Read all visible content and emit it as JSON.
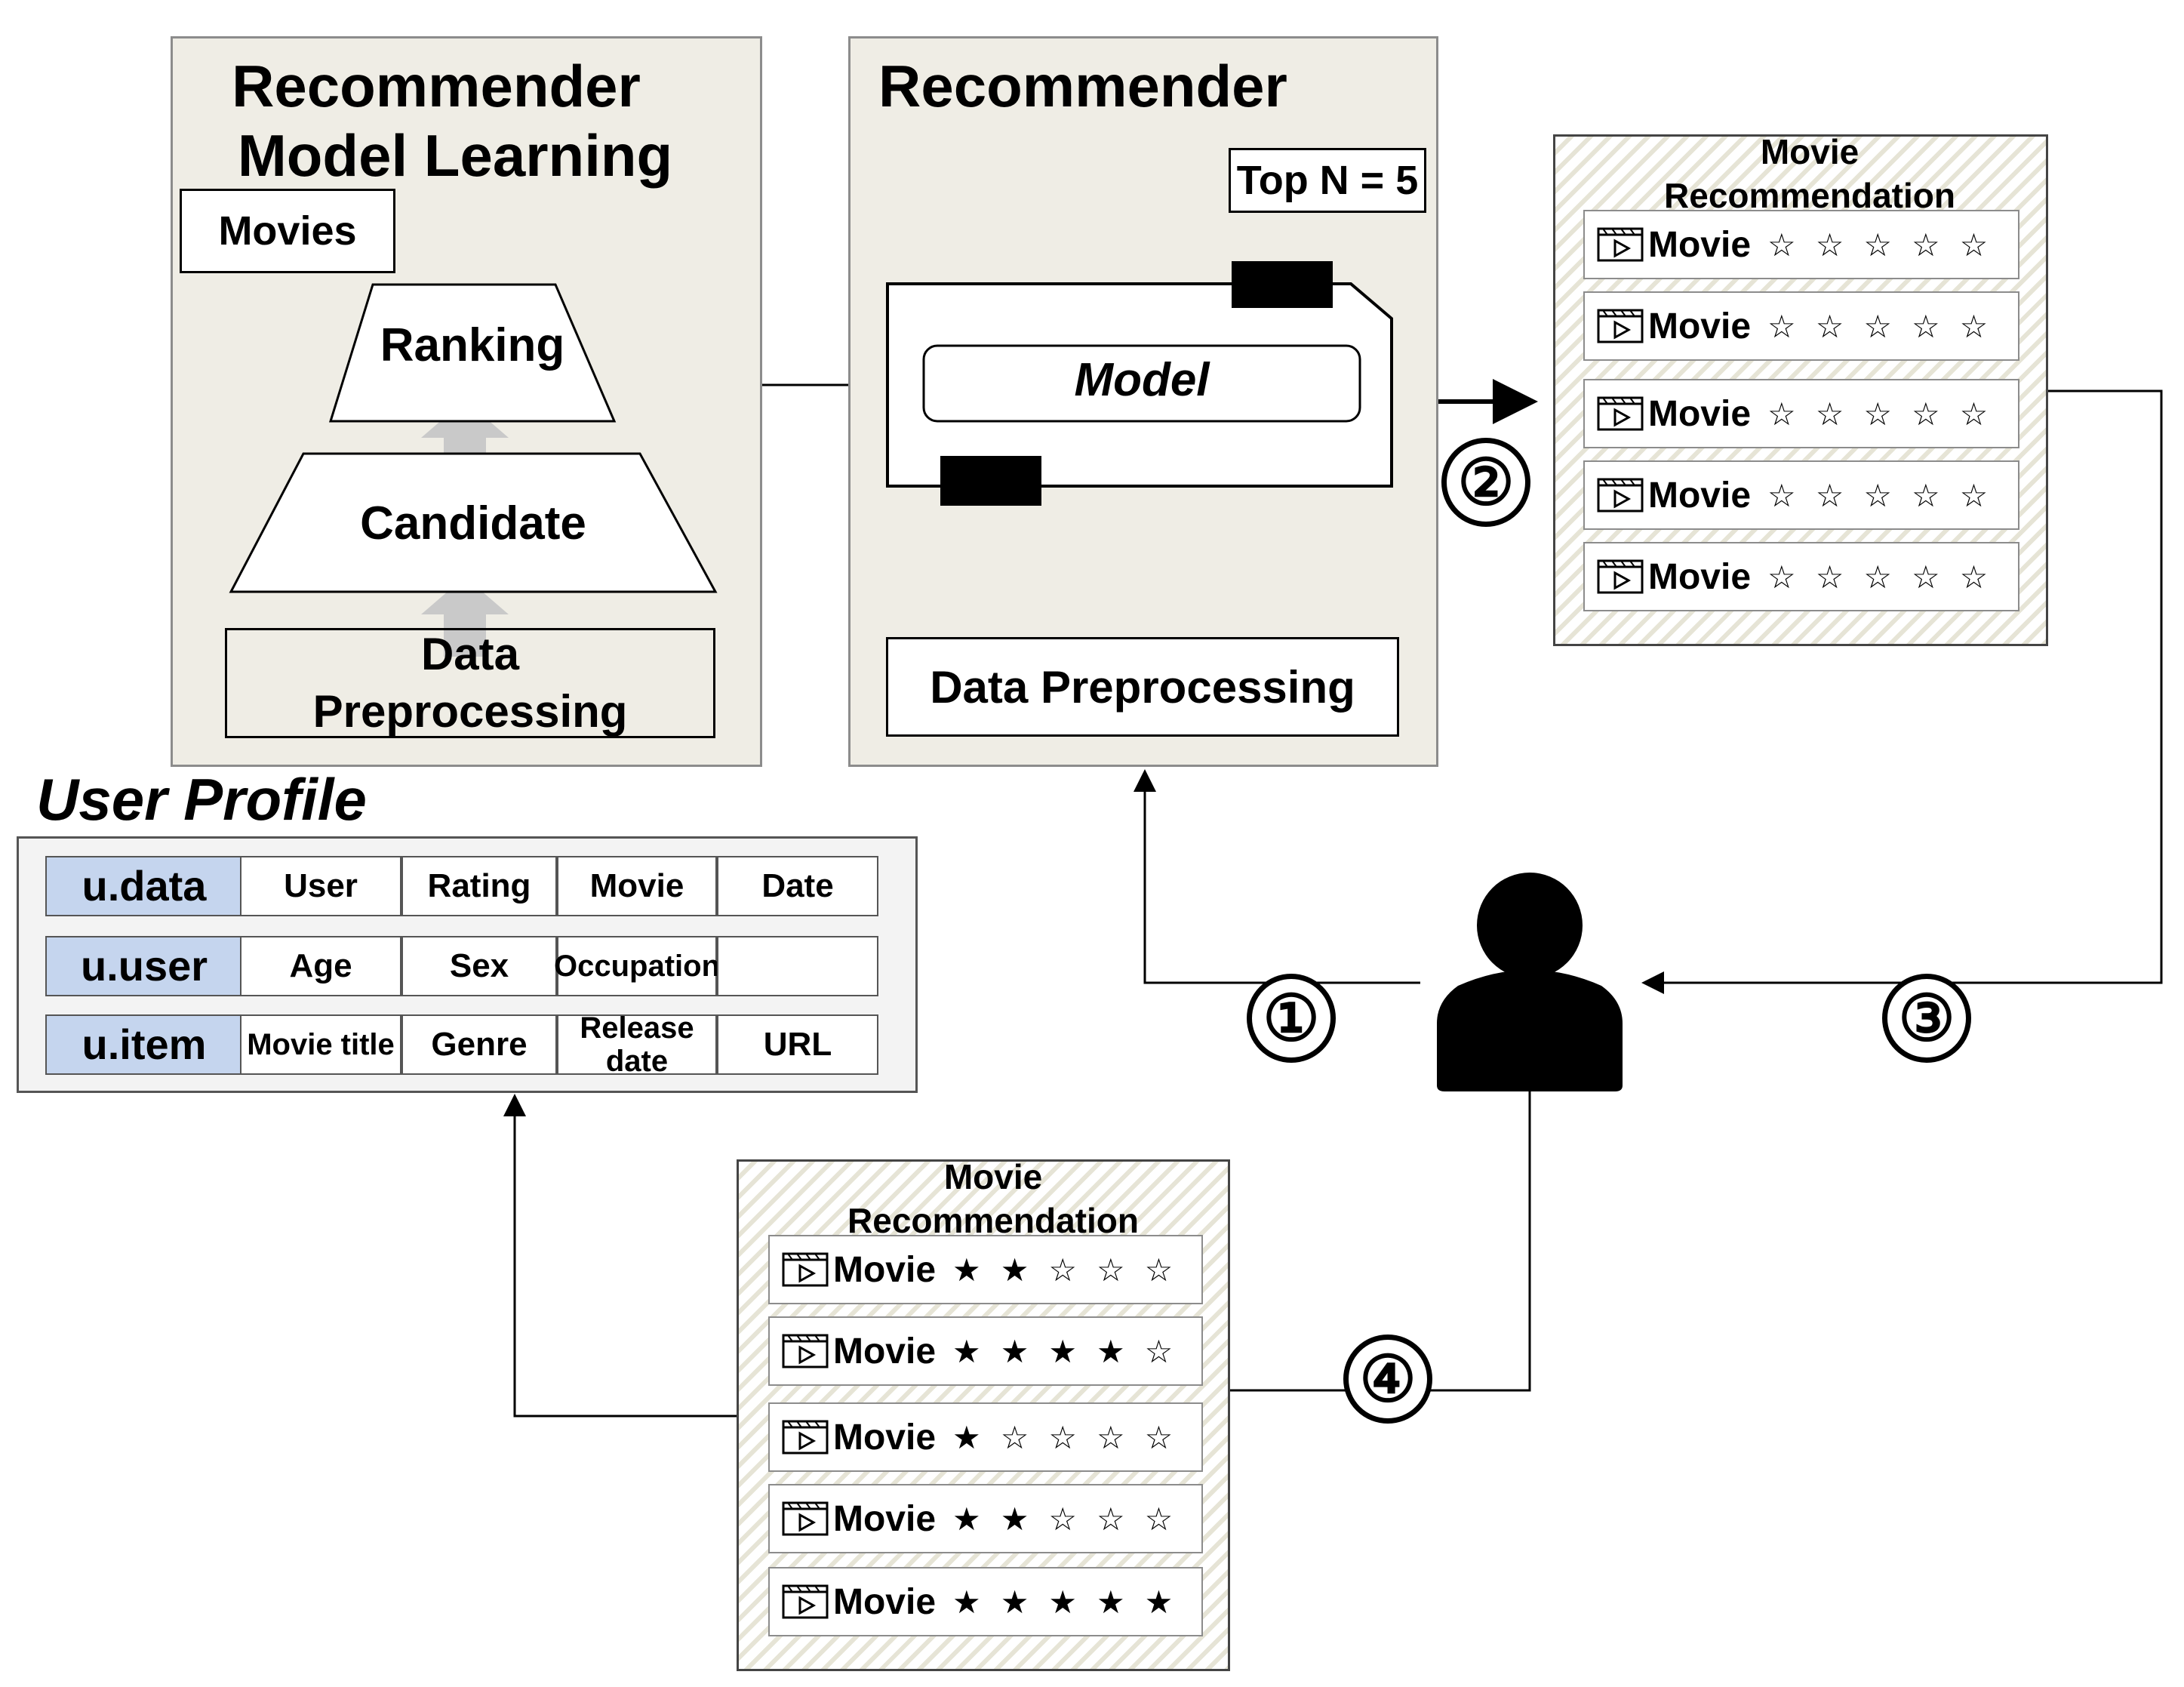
{
  "learning": {
    "title_line1": "Recommender",
    "title_line2": "Model Learning",
    "movies": "Movies",
    "ranking": "Ranking",
    "candidate": "Candidate",
    "preprocessing_line1": "Data",
    "preprocessing_line2": "Preprocessing"
  },
  "recommender": {
    "title": "Recommender",
    "topn": "Top N = 5",
    "model": "Model",
    "preprocessing": "Data Preprocessing"
  },
  "user_profile": {
    "title": "User Profile",
    "rows": [
      {
        "key": "u.data",
        "cells": [
          "User",
          "Rating",
          "Movie",
          "Date"
        ]
      },
      {
        "key": "u.user",
        "cells": [
          "Age",
          "Sex",
          "Occupation",
          ""
        ]
      },
      {
        "key": "u.item",
        "cells": [
          "Movie title",
          "Genre",
          "Release date",
          "URL"
        ]
      }
    ]
  },
  "rec_top": {
    "title_line1": "Movie",
    "title_line2": "Recommendation",
    "items": [
      {
        "label": "Movie",
        "rating": 0
      },
      {
        "label": "Movie",
        "rating": 0
      },
      {
        "label": "Movie",
        "rating": 0
      },
      {
        "label": "Movie",
        "rating": 0
      },
      {
        "label": "Movie",
        "rating": 0
      }
    ]
  },
  "rec_bottom": {
    "title_line1": "Movie",
    "title_line2": "Recommendation",
    "items": [
      {
        "label": "Movie",
        "rating": 2
      },
      {
        "label": "Movie",
        "rating": 4
      },
      {
        "label": "Movie",
        "rating": 1
      },
      {
        "label": "Movie",
        "rating": 2
      },
      {
        "label": "Movie",
        "rating": 5
      }
    ]
  },
  "steps": [
    "①",
    "②",
    "③",
    "④"
  ],
  "icons": [
    "video-clip-icon",
    "user-icon",
    "star-icon"
  ]
}
